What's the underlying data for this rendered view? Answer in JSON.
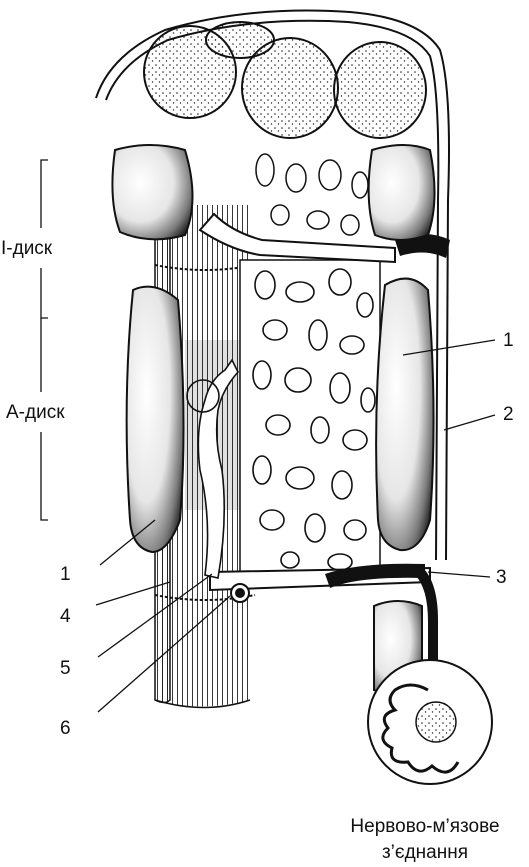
{
  "labels": {
    "i_disc": "І-диск",
    "a_disc": "А-диск",
    "callout_1_right": "1",
    "callout_2": "2",
    "callout_3": "3",
    "callout_1_left": "1",
    "callout_4": "4",
    "callout_5": "5",
    "callout_6": "6"
  },
  "caption": {
    "line1": "Нервово-м’язове",
    "line2": "з’єднання"
  }
}
